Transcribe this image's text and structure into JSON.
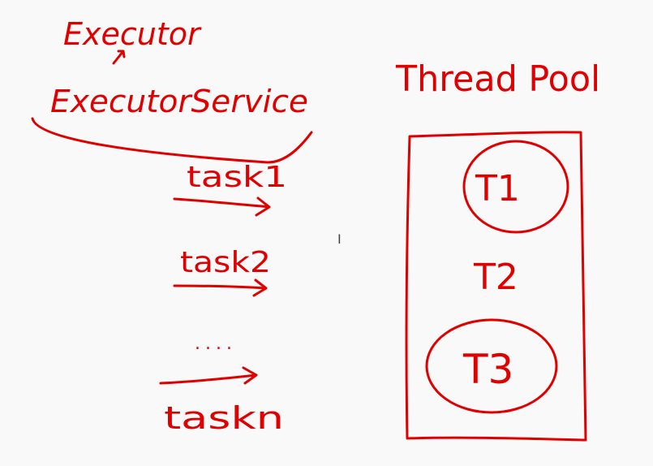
{
  "labels": {
    "executor": "Executor",
    "executor_service": "ExecutorService",
    "thread_pool": "Thread Pool",
    "task1": "task1",
    "task2": "task2",
    "ellipsis": "....",
    "taskn": "taskn",
    "t1": "T1",
    "t2": "T2",
    "t3": "T3"
  },
  "cursor_glyph": "I",
  "colors": {
    "ink": "#e00000",
    "background": "#f9f9f9",
    "cursor": "#444444"
  }
}
